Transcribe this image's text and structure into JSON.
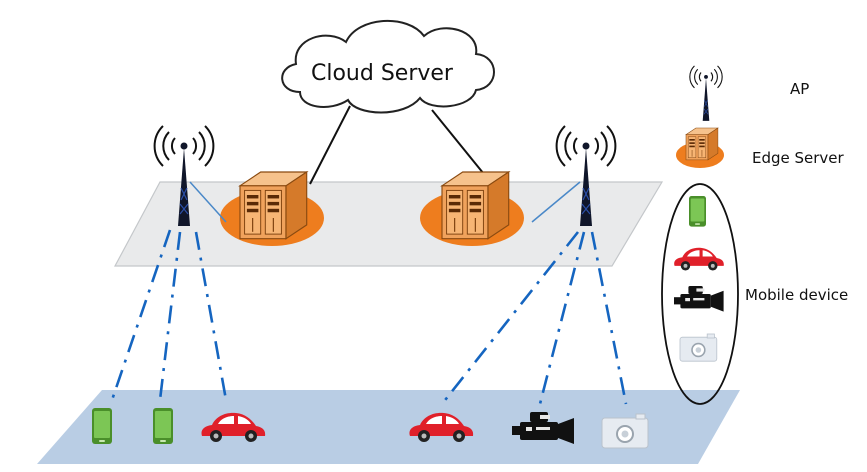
{
  "cloud": {
    "label": "Cloud Server"
  },
  "legend": {
    "ap_label": "AP",
    "edge_label": "Edge Server",
    "mobile_label": "Mobile device"
  },
  "colors": {
    "edge_plane": "#e9eaeb",
    "ground_plane": "#b9cde4",
    "edge_disk": "#ee7d1e",
    "server_body": "#f0a25c",
    "wireless_link": "#1565c0",
    "phone": "#6dbd45",
    "car": "#e0202a",
    "camera": "#111111",
    "photo_camera": "#dde3ea"
  },
  "icons": [
    "antenna-tower-icon",
    "server-rack-icon",
    "smartphone-icon",
    "car-icon",
    "video-camera-icon",
    "photo-camera-icon",
    "cloud-icon"
  ]
}
